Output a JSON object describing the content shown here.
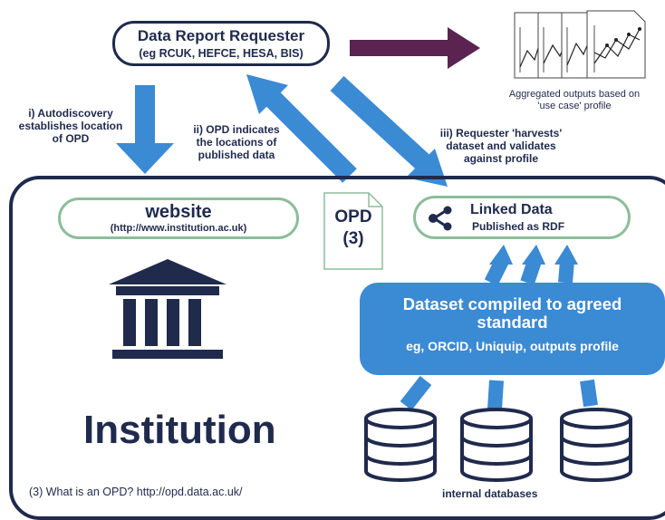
{
  "requester": {
    "title": "Data Report Requester",
    "subtitle": "(eg RCUK, HEFCE, HESA, BIS)"
  },
  "aggregated": {
    "caption_line1": "Aggregated outputs based on",
    "caption_line2": "'use case' profile"
  },
  "steps": {
    "step1_line1": "i) Autodiscovery",
    "step1_line2": "establishes location",
    "step1_line3": "of OPD",
    "step2_line1": "ii) OPD indicates",
    "step2_line2": "the locations of",
    "step2_line3": "published data",
    "step3_line1": "iii) Requester 'harvests'",
    "step3_line2": "dataset and validates",
    "step3_line3": "against profile"
  },
  "website": {
    "title": "website",
    "url": "(http://www.institution.ac.uk)"
  },
  "opd": {
    "label": "OPD",
    "ref": "(3)"
  },
  "linked_data": {
    "title": "Linked Data",
    "subtitle": "Published as RDF",
    "icon": "share-icon"
  },
  "dataset": {
    "title_line1": "Dataset compiled to agreed",
    "title_line2": "standard",
    "subtitle": "eg, ORCID, Uniquip, outputs profile"
  },
  "institution": {
    "label": "Institution",
    "icon": "building-icon"
  },
  "databases": {
    "caption": "internal databases",
    "icon": "database-icon"
  },
  "footnote": "(3) What is an OPD? http://opd.data.ac.uk/",
  "colors": {
    "navy": "#1f2a4d",
    "blue": "#3b8ad4",
    "green_border": "#8dbd9a",
    "purple": "#5b2350"
  }
}
